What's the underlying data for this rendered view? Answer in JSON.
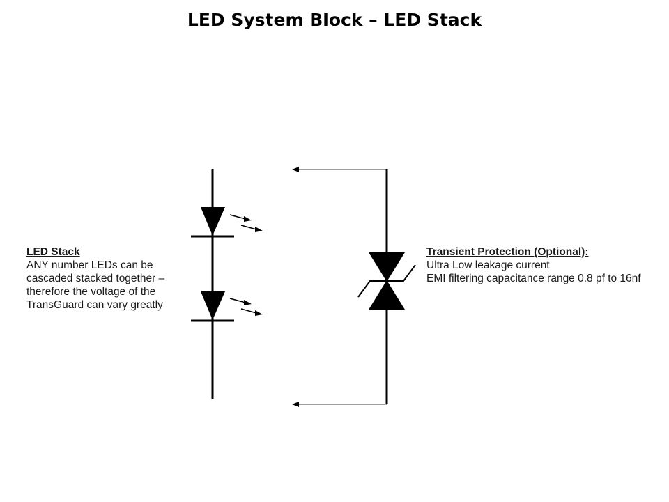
{
  "title": "LED System Block – LED Stack",
  "led_stack_note": {
    "heading": "LED Stack",
    "lines": [
      "ANY number LEDs can be",
      "cascaded stacked together –",
      "therefore the voltage of the",
      "TransGuard can vary greatly"
    ]
  },
  "protection_note": {
    "heading": "Transient Protection (Optional):",
    "lines": [
      "Ultra Low leakage current",
      "EMI filtering capacitance range 0.8 pf to 16nf"
    ]
  },
  "components": {
    "led_count": 2,
    "led_symbol": "light-emitting-diode",
    "protection_symbol": "bidirectional-tvs-diode"
  },
  "colors": {
    "ink": "#000000",
    "wire_return": "#7f7f7f",
    "background": "#ffffff"
  }
}
